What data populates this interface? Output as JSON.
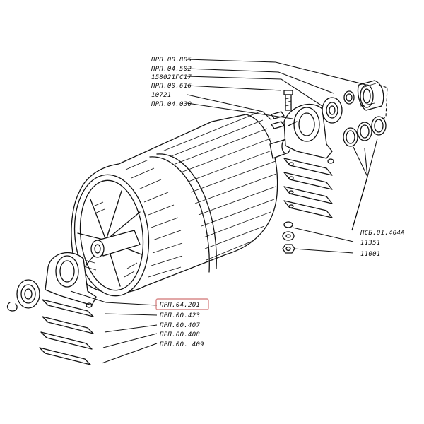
{
  "labels": {
    "top": [
      "ПРП.00.805",
      "ПРП.04.502",
      "158021ГС17",
      "ПРП.00.616",
      "10721",
      "ПРП.04.030"
    ],
    "right": [
      "ПСБ.01.404А",
      "11351",
      "11001"
    ],
    "bottom": [
      "ПРП.04.201",
      "ПРП.00.423",
      "ПРП.00.407",
      "ПРП.00.408",
      "ПРП.00. 409"
    ]
  },
  "highlight_color": "#d98a8a"
}
